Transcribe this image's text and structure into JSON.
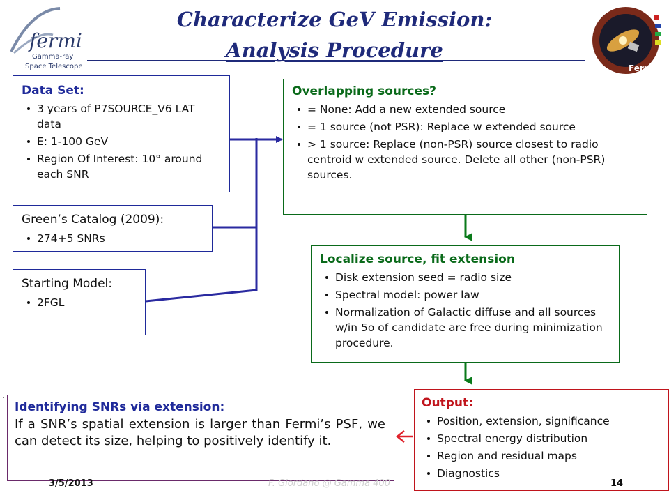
{
  "header": {
    "title_line1": "Characterize GeV Emission:",
    "title_line2": "Analysis Procedure",
    "logo_name": "fermi",
    "logo_sub1": "Gamma-ray",
    "logo_sub2": "Space Telescope",
    "badge_text": "Fermi"
  },
  "boxes": {
    "dataset": {
      "title": "Data Set:",
      "items": [
        "3 years of P7SOURCE_V6 LAT data",
        "E: 1-100 GeV",
        "Region Of Interest: 10° around each SNR"
      ]
    },
    "greens": {
      "title": "Green’s Catalog (2009):",
      "items": [
        "274+5 SNRs"
      ]
    },
    "starting": {
      "title": "Starting Model:",
      "items": [
        "2FGL"
      ]
    },
    "overlap": {
      "title": "Overlapping sources?",
      "items": [
        "= None: Add a new extended source",
        "= 1 source (not PSR): Replace w extended source",
        "> 1 source: Replace (non-PSR) source closest to radio centroid w extended source. Delete all other (non-PSR) sources."
      ]
    },
    "localize": {
      "title": "Localize source, fit extension",
      "items": [
        "Disk extension seed = radio size",
        "Spectral model: power law",
        "Normalization of Galactic diffuse and all sources w/in 5o of candidate are free during minimization procedure."
      ]
    },
    "output": {
      "title": "Output:",
      "items": [
        "Position, extension, significance",
        "Spectral energy distribution",
        "Region and residual maps",
        "Diagnostics"
      ]
    },
    "identify": {
      "title": "Identifying SNRs via extension:",
      "body": "If a SNR’s spatial extension is larger than Fermi’s PSF, we can detect its size, helping to positively identify it."
    }
  },
  "stray_mark": ".",
  "footer": {
    "date": "3/5/2013",
    "author": "F. Giordano @ Gamma 400",
    "page": "14"
  },
  "colors": {
    "title": "#1f2a7a",
    "input_border": "#1f2a9a",
    "process_border": "#0a6a1a",
    "output_border": "#c0141c",
    "identify_border": "#6a2a6a",
    "arrow_blue": "#2a2aa0",
    "arrow_green": "#0a7a1a",
    "arrow_red": "#e0202a"
  }
}
